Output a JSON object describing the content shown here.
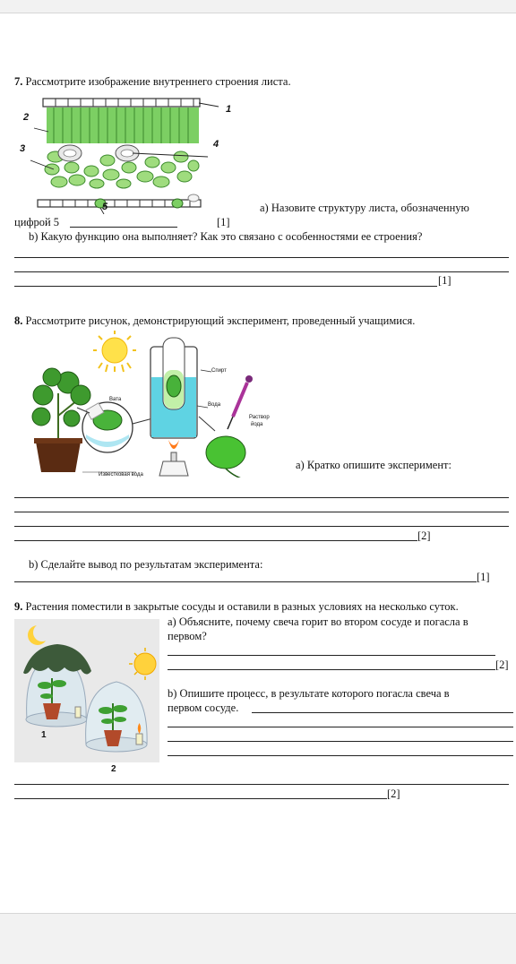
{
  "q7": {
    "number": "7.",
    "title": "Рассмотрите изображение внутреннего строения листа.",
    "labels": [
      "1",
      "2",
      "3",
      "4",
      "5"
    ],
    "a_text": "а) Назовите структуру листа, обозначенную",
    "a_text2": "цифрой 5",
    "a_mark": "[1]",
    "b_text": "b) Какую функцию она выполняет? Как это связано с особенностями ее строения?",
    "b_mark": "[1]"
  },
  "q8": {
    "number": "8.",
    "title": "Рассмотрите рисунок, демонстрирующий эксперимент, проведенный учащимися.",
    "fig_labels": {
      "vata": "Вата",
      "spirt": "Спирт",
      "voda": "Вода",
      "rastvor1": "Раствор",
      "rastvor2": "йода",
      "izv": "Известковая вода"
    },
    "a_text": "а) Кратко опишите эксперимент:",
    "a_mark": "[2]",
    "b_text": "b) Сделайте вывод по результатам эксперимента:",
    "b_mark": "[1]"
  },
  "q9": {
    "number": "9.",
    "title": "Растения поместили в закрытые сосуды и оставили в разных условиях на несколько суток.",
    "a_text1": "а) Объясните, почему свеча горит во втором сосуде и погасла в",
    "a_text2": "первом?",
    "a_mark": "[2]",
    "b_text1": "b) Опишите процесс, в результате которого погасла свеча в",
    "b_text2": "первом сосуде.",
    "jar_labels": [
      "1",
      "2"
    ],
    "final_mark": "[2]"
  }
}
